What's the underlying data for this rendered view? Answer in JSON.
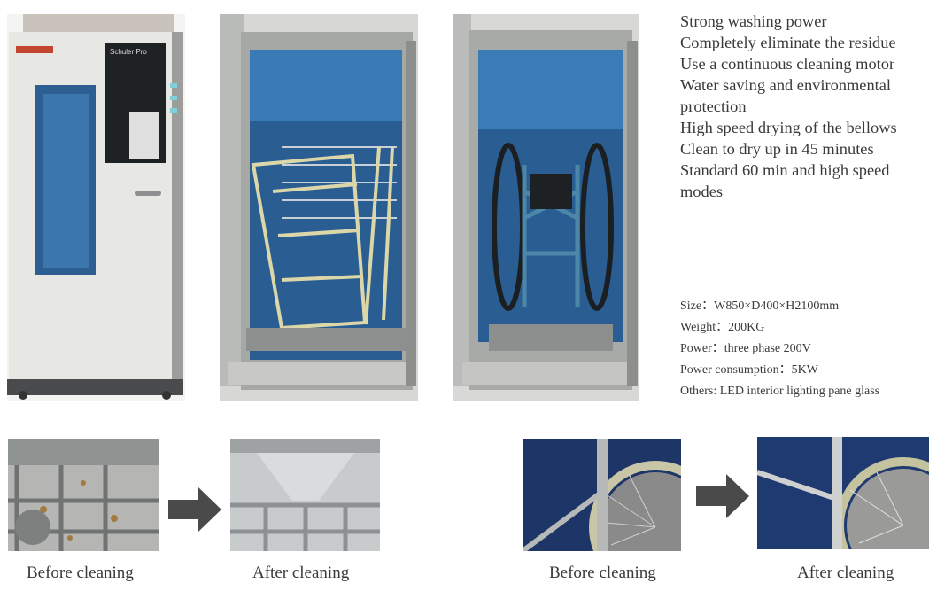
{
  "features": [
    "Strong washing power",
    "Completely eliminate the residue",
    "Use a continuous cleaning motor",
    "Water saving and environmental protection",
    "High speed drying of the bellows",
    "Clean to dry up in 45 minutes",
    "Standard 60 min and high speed modes"
  ],
  "specs": [
    "Size：W850×D400×H2100mm",
    "Weight：200KG",
    "Power：three phase 200V",
    "Power consumption：5KW",
    "Others: LED interior lighting pane glass"
  ],
  "comparisons": [
    {
      "before": "Before cleaning",
      "after": "After cleaning"
    },
    {
      "before": "Before cleaning",
      "after": "After cleaning"
    }
  ],
  "machine_label": "Schuler Pro",
  "colors": {
    "cabinet": "#e6e7e3",
    "steel": "#a7a9a6",
    "interior_blue": "#2a5e93",
    "arrow": "#4a4a4a",
    "cart": "#dcd7a8",
    "wheelchair_frame": "#4c86a8"
  }
}
